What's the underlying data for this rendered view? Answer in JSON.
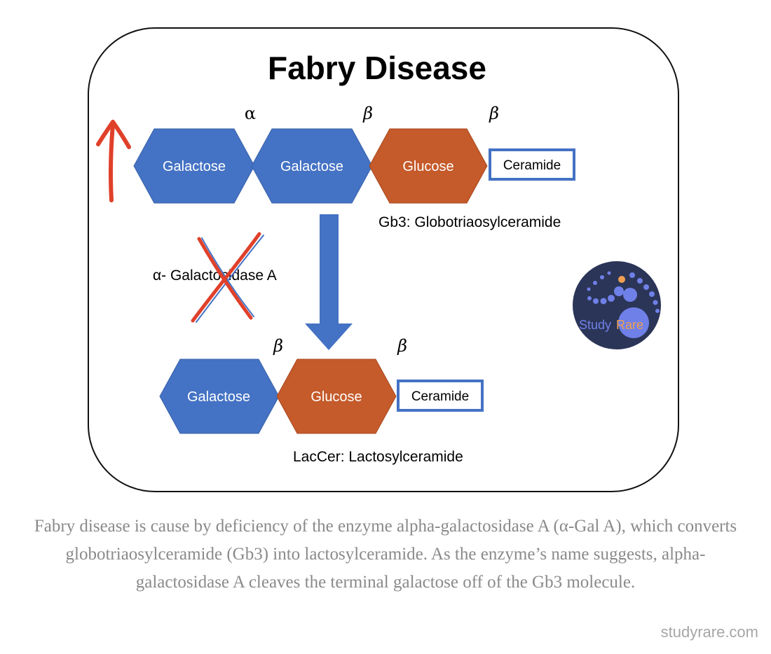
{
  "diagram": {
    "title": "Fabry Disease",
    "top_chain": {
      "bond_labels": [
        "α",
        "β",
        "β"
      ],
      "units": [
        {
          "label": "Galactose",
          "color": "#4472C4"
        },
        {
          "label": "Galactose",
          "color": "#4472C4"
        },
        {
          "label": "Glucose",
          "color": "#C55A2A"
        }
      ],
      "ceramide_label": "Ceramide",
      "name": "Gb3: Globotriaosylceramide"
    },
    "enzyme_label": "α- Galactosidase A",
    "bottom_chain": {
      "bond_labels": [
        "β",
        "β"
      ],
      "units": [
        {
          "label": "Galactose",
          "color": "#4472C4"
        },
        {
          "label": "Glucose",
          "color": "#C55A2A"
        }
      ],
      "ceramide_label": "Ceramide",
      "name": "LacCer: Lactosylceramide"
    },
    "logo": {
      "text_part1": "Study",
      "text_part2": "Rare"
    },
    "colors": {
      "galactose": "#4472C4",
      "glucose": "#C55A2A",
      "ceramide_border": "#4472C4",
      "arrow": "#4472C4",
      "annotation_red": "#E0402A",
      "logo_bg": "#2B3558"
    }
  },
  "caption": "Fabry disease is cause by deficiency of the enzyme alpha-galactosidase A (α-Gal A), which converts globotriaosylceramide (Gb3) into lactosylceramide. As the enzyme’s name suggests, alpha-galactosidase A cleaves the terminal galactose off of the Gb3 molecule.",
  "footer": "studyrare.com"
}
